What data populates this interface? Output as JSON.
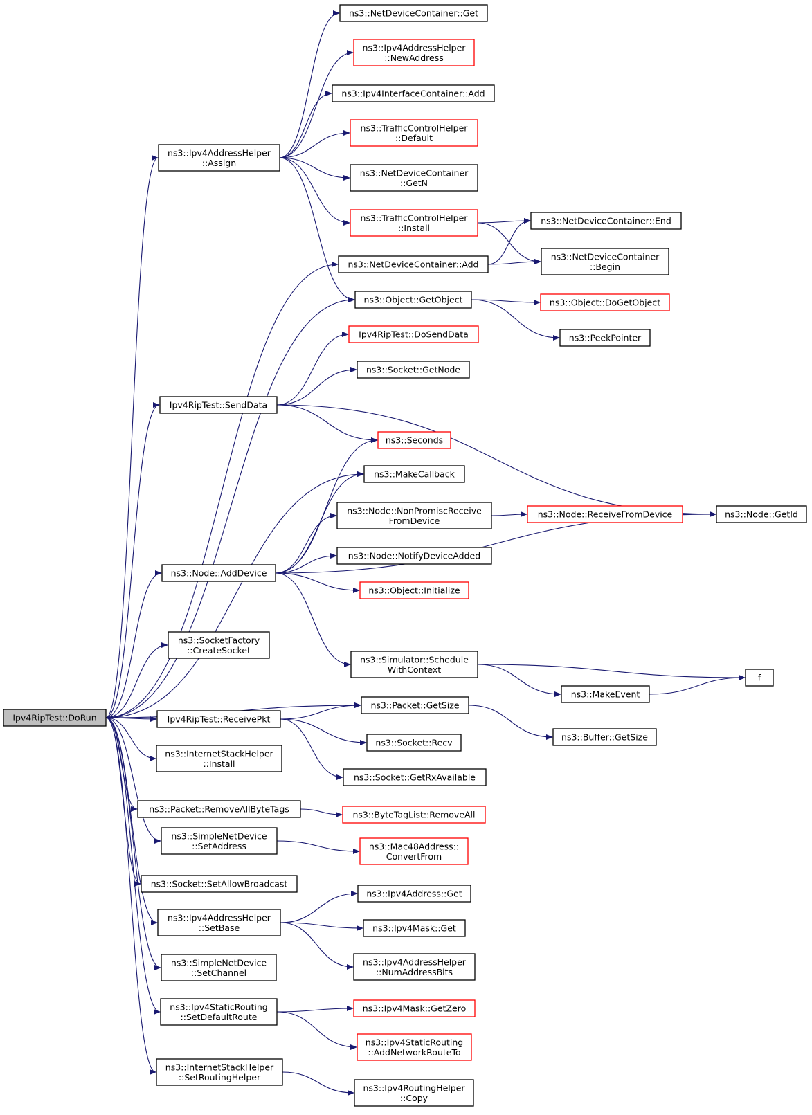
{
  "graph": {
    "root": "r",
    "nodes": [
      {
        "id": "r",
        "lines": [
          "Ipv4RipTest::DoRun"
        ],
        "style": "root"
      },
      {
        "id": "n1",
        "lines": [
          "ns3::Ipv4AddressHelper",
          "::Assign"
        ],
        "style": "black"
      },
      {
        "id": "n2",
        "lines": [
          "ns3::NetDeviceContainer::Get"
        ],
        "style": "black"
      },
      {
        "id": "n3",
        "lines": [
          "ns3::Ipv4AddressHelper",
          "::NewAddress"
        ],
        "style": "red"
      },
      {
        "id": "n4",
        "lines": [
          "ns3::Ipv4InterfaceContainer::Add"
        ],
        "style": "black"
      },
      {
        "id": "n5",
        "lines": [
          "ns3::TrafficControlHelper",
          "::Default"
        ],
        "style": "red"
      },
      {
        "id": "n6",
        "lines": [
          "ns3::NetDeviceContainer",
          "::GetN"
        ],
        "style": "black"
      },
      {
        "id": "n7",
        "lines": [
          "ns3::TrafficControlHelper",
          "::Install"
        ],
        "style": "red"
      },
      {
        "id": "n8",
        "lines": [
          "ns3::NetDeviceContainer::End"
        ],
        "style": "black"
      },
      {
        "id": "n9",
        "lines": [
          "ns3::NetDeviceContainer::Add"
        ],
        "style": "black"
      },
      {
        "id": "n10",
        "lines": [
          "ns3::NetDeviceContainer",
          "::Begin"
        ],
        "style": "black"
      },
      {
        "id": "n11",
        "lines": [
          "ns3::Object::GetObject"
        ],
        "style": "black"
      },
      {
        "id": "n12",
        "lines": [
          "ns3::Object::DoGetObject"
        ],
        "style": "red"
      },
      {
        "id": "n13",
        "lines": [
          "ns3::PeekPointer"
        ],
        "style": "black"
      },
      {
        "id": "n14",
        "lines": [
          "Ipv4RipTest::DoSendData"
        ],
        "style": "red"
      },
      {
        "id": "n15",
        "lines": [
          "Ipv4RipTest::SendData"
        ],
        "style": "black"
      },
      {
        "id": "n16",
        "lines": [
          "ns3::Socket::GetNode"
        ],
        "style": "black"
      },
      {
        "id": "n17",
        "lines": [
          "ns3::Seconds"
        ],
        "style": "red"
      },
      {
        "id": "n18",
        "lines": [
          "ns3::MakeCallback"
        ],
        "style": "black"
      },
      {
        "id": "n19",
        "lines": [
          "ns3::Node::NonPromiscReceive",
          "FromDevice"
        ],
        "style": "black"
      },
      {
        "id": "n20",
        "lines": [
          "ns3::Node::ReceiveFromDevice"
        ],
        "style": "red"
      },
      {
        "id": "n21",
        "lines": [
          "ns3::Node::GetId"
        ],
        "style": "black"
      },
      {
        "id": "n22",
        "lines": [
          "ns3::Node::AddDevice"
        ],
        "style": "black"
      },
      {
        "id": "n23",
        "lines": [
          "ns3::Node::NotifyDeviceAdded"
        ],
        "style": "black"
      },
      {
        "id": "n24",
        "lines": [
          "ns3::Object::Initialize"
        ],
        "style": "red"
      },
      {
        "id": "n25",
        "lines": [
          "ns3::SocketFactory",
          "::CreateSocket"
        ],
        "style": "black"
      },
      {
        "id": "n26",
        "lines": [
          "ns3::Simulator::Schedule",
          "WithContext"
        ],
        "style": "black"
      },
      {
        "id": "n27",
        "lines": [
          "f"
        ],
        "style": "black"
      },
      {
        "id": "n28",
        "lines": [
          "ns3::MakeEvent"
        ],
        "style": "black"
      },
      {
        "id": "n29",
        "lines": [
          "ns3::Packet::GetSize"
        ],
        "style": "black"
      },
      {
        "id": "n30",
        "lines": [
          "Ipv4RipTest::ReceivePkt"
        ],
        "style": "black"
      },
      {
        "id": "n31",
        "lines": [
          "ns3::Buffer::GetSize"
        ],
        "style": "black"
      },
      {
        "id": "n32",
        "lines": [
          "ns3::Socket::Recv"
        ],
        "style": "black"
      },
      {
        "id": "n33",
        "lines": [
          "ns3::InternetStackHelper",
          "::Install"
        ],
        "style": "black"
      },
      {
        "id": "n34",
        "lines": [
          "ns3::Socket::GetRxAvailable"
        ],
        "style": "black"
      },
      {
        "id": "n35",
        "lines": [
          "ns3::Packet::RemoveAllByteTags"
        ],
        "style": "black"
      },
      {
        "id": "n36",
        "lines": [
          "ns3::ByteTagList::RemoveAll"
        ],
        "style": "red"
      },
      {
        "id": "n37",
        "lines": [
          "ns3::SimpleNetDevice",
          "::SetAddress"
        ],
        "style": "black"
      },
      {
        "id": "n38",
        "lines": [
          "ns3::Mac48Address::",
          "ConvertFrom"
        ],
        "style": "red"
      },
      {
        "id": "n39",
        "lines": [
          "ns3::Socket::SetAllowBroadcast"
        ],
        "style": "black"
      },
      {
        "id": "n40",
        "lines": [
          "ns3::Ipv4Address::Get"
        ],
        "style": "black"
      },
      {
        "id": "n41",
        "lines": [
          "ns3::Ipv4AddressHelper",
          "::SetBase"
        ],
        "style": "black"
      },
      {
        "id": "n42",
        "lines": [
          "ns3::Ipv4Mask::Get"
        ],
        "style": "black"
      },
      {
        "id": "n43",
        "lines": [
          "ns3::Ipv4AddressHelper",
          "::NumAddressBits"
        ],
        "style": "black"
      },
      {
        "id": "n44",
        "lines": [
          "ns3::SimpleNetDevice",
          "::SetChannel"
        ],
        "style": "black"
      },
      {
        "id": "n45",
        "lines": [
          "ns3::Ipv4StaticRouting",
          "::SetDefaultRoute"
        ],
        "style": "black"
      },
      {
        "id": "n46",
        "lines": [
          "ns3::Ipv4Mask::GetZero"
        ],
        "style": "red"
      },
      {
        "id": "n47",
        "lines": [
          "ns3::Ipv4StaticRouting",
          "::AddNetworkRouteTo"
        ],
        "style": "red"
      },
      {
        "id": "n48",
        "lines": [
          "ns3::InternetStackHelper",
          "::SetRoutingHelper"
        ],
        "style": "black"
      },
      {
        "id": "n49",
        "lines": [
          "ns3::Ipv4RoutingHelper",
          "::Copy"
        ],
        "style": "black"
      }
    ],
    "edges": [
      [
        "r",
        "n1"
      ],
      [
        "r",
        "n9"
      ],
      [
        "r",
        "n11"
      ],
      [
        "r",
        "n15"
      ],
      [
        "r",
        "n18"
      ],
      [
        "r",
        "n22"
      ],
      [
        "r",
        "n25"
      ],
      [
        "r",
        "n29"
      ],
      [
        "r",
        "n30"
      ],
      [
        "r",
        "n33"
      ],
      [
        "r",
        "n35"
      ],
      [
        "r",
        "n37"
      ],
      [
        "r",
        "n39"
      ],
      [
        "r",
        "n41"
      ],
      [
        "r",
        "n44"
      ],
      [
        "r",
        "n45"
      ],
      [
        "r",
        "n48"
      ],
      [
        "n1",
        "n2"
      ],
      [
        "n1",
        "n3"
      ],
      [
        "n1",
        "n4"
      ],
      [
        "n1",
        "n5"
      ],
      [
        "n1",
        "n6"
      ],
      [
        "n1",
        "n7"
      ],
      [
        "n1",
        "n11"
      ],
      [
        "n7",
        "n8"
      ],
      [
        "n7",
        "n10"
      ],
      [
        "n9",
        "n8"
      ],
      [
        "n9",
        "n10"
      ],
      [
        "n11",
        "n12"
      ],
      [
        "n11",
        "n13"
      ],
      [
        "n15",
        "n14"
      ],
      [
        "n15",
        "n16"
      ],
      [
        "n15",
        "n17"
      ],
      [
        "n15",
        "n21"
      ],
      [
        "n22",
        "n17"
      ],
      [
        "n22",
        "n18"
      ],
      [
        "n22",
        "n19"
      ],
      [
        "n22",
        "n23"
      ],
      [
        "n22",
        "n24"
      ],
      [
        "n22",
        "n26"
      ],
      [
        "n22",
        "n21"
      ],
      [
        "n19",
        "n20"
      ],
      [
        "n20",
        "n21"
      ],
      [
        "n26",
        "n27"
      ],
      [
        "n26",
        "n28"
      ],
      [
        "n28",
        "n27"
      ],
      [
        "n29",
        "n31"
      ],
      [
        "n30",
        "n29"
      ],
      [
        "n30",
        "n32"
      ],
      [
        "n30",
        "n34"
      ],
      [
        "n35",
        "n36"
      ],
      [
        "n37",
        "n38"
      ],
      [
        "n41",
        "n40"
      ],
      [
        "n41",
        "n42"
      ],
      [
        "n41",
        "n43"
      ],
      [
        "n45",
        "n46"
      ],
      [
        "n45",
        "n47"
      ],
      [
        "n48",
        "n49"
      ]
    ]
  }
}
